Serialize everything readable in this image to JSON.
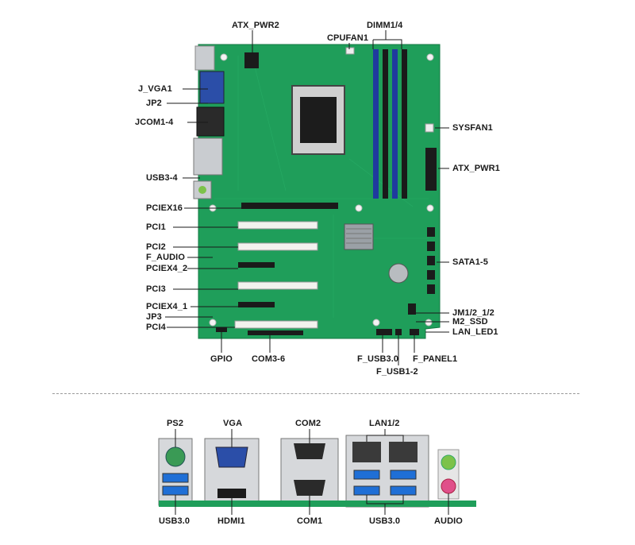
{
  "board_labels": {
    "atx_pwr2": "ATX_PWR2",
    "dimm": "DIMM1/4",
    "cpufan": "CPUFAN1",
    "j_vga": "J_VGA1",
    "jp2": "JP2",
    "jcom": "JCOM1-4",
    "sysfan": "SYSFAN1",
    "atx_pwr1": "ATX_PWR1",
    "usb34": "USB3-4",
    "pciex16": "PCIEX16",
    "pci1": "PCI1",
    "pci2": "PCI2",
    "f_audio": "F_AUDIO",
    "sata": "SATA1-5",
    "pciex4_2": "PCIEX4_2",
    "pci3": "PCI3",
    "pciex4_1": "PCIEX4_1",
    "jm": "JM1/2_1/2",
    "jp3": "JP3",
    "m2": "M2_SSD",
    "pci4": "PCI4",
    "lan_led": "LAN_LED1",
    "gpio": "GPIO",
    "com36": "COM3-6",
    "f_usb30": "F_USB3.0",
    "f_panel": "F_PANEL1",
    "f_usb12": "F_USB1-2"
  },
  "io_labels": {
    "ps2": "PS2",
    "vga": "VGA",
    "com2": "COM2",
    "lan": "LAN1/2",
    "usb30_left": "USB3.0",
    "hdmi": "HDMI1",
    "com1": "COM1",
    "usb30_right": "USB3.0",
    "audio": "AUDIO"
  },
  "colors": {
    "pcb": "#1f9e5a",
    "pcb_dark": "#137a43",
    "dimm_slot": "#1f3a9e",
    "pci_slot": "#f2f2ee",
    "pcie_slot": "#1a1a1a",
    "usb3_blue": "#1f6fd6",
    "ps2_green": "#3a9a55",
    "vga_blue": "#2b4ea8",
    "audio_green": "#7cc24a",
    "audio_pink": "#e0508a",
    "silver": "#c4c7cc",
    "line": "#1a1a1a"
  }
}
